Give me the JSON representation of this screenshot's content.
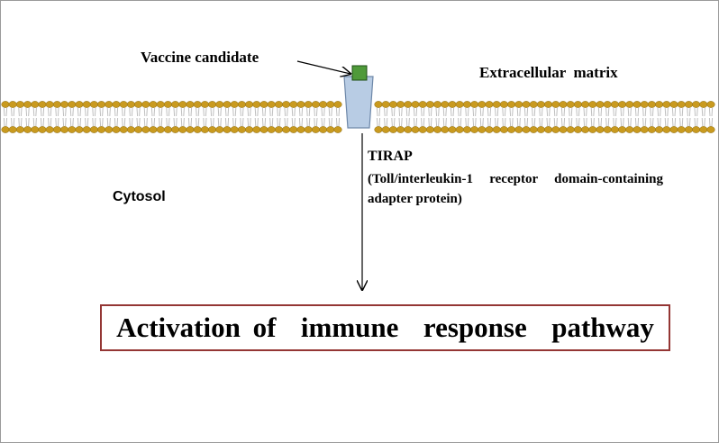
{
  "labels": {
    "vaccine_candidate": "Vaccine candidate",
    "extracellular_matrix": "Extracellular  matrix",
    "cytosol": "Cytosol",
    "tirap": "TIRAP",
    "tirap_description": "(Toll/interleukin-1  receptor  domain-containing adapter protein)",
    "activation": "Activation of  immune  response  pathway"
  },
  "colors": {
    "lipid_head": "#c99a1f",
    "lipid_tail": "#bfbfbf",
    "receptor_fill": "#b8cce4",
    "receptor_stroke": "#6d87a8",
    "ligand_fill": "#4f9a3a",
    "activation_border": "#943634"
  }
}
